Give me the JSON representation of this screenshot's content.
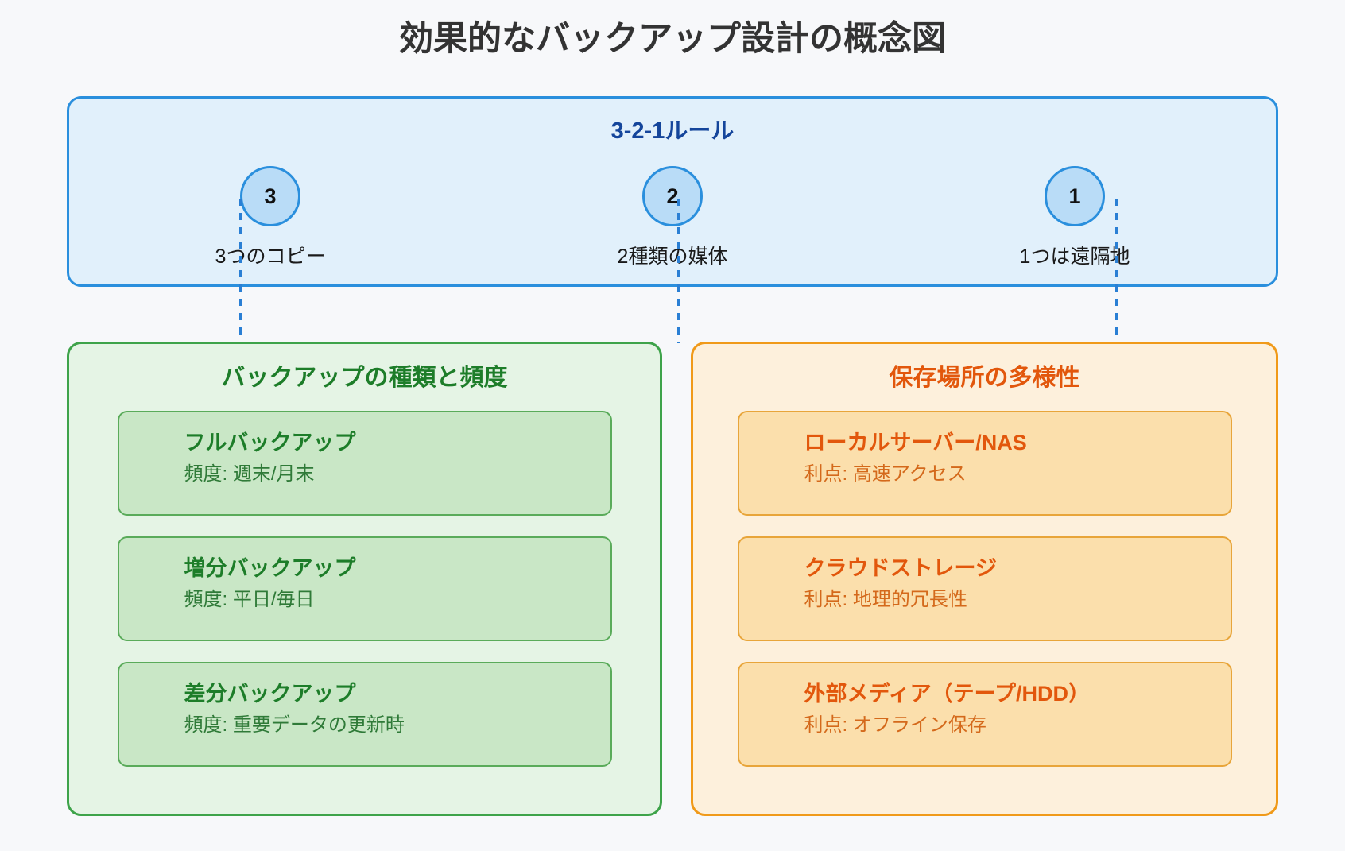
{
  "title": "効果的なバックアップ設計の概念図",
  "rule_panel": {
    "title": "3-2-1ルール",
    "items": [
      {
        "number": "3",
        "label": "3つのコピー"
      },
      {
        "number": "2",
        "label": "2種類の媒体"
      },
      {
        "number": "1",
        "label": "1つは遠隔地"
      }
    ]
  },
  "groups": [
    {
      "title": "バックアップの種類と頻度",
      "cards": [
        {
          "title": "フルバックアップ",
          "sub": "頻度: 週末/月末"
        },
        {
          "title": "増分バックアップ",
          "sub": "頻度: 平日/毎日"
        },
        {
          "title": "差分バックアップ",
          "sub": "頻度: 重要データの更新時"
        }
      ]
    },
    {
      "title": "保存場所の多様性",
      "cards": [
        {
          "title": "ローカルサーバー/NAS",
          "sub": "利点: 高速アクセス"
        },
        {
          "title": "クラウドストレージ",
          "sub": "利点: 地理的冗長性"
        },
        {
          "title": "外部メディア（テープ/HDD）",
          "sub": "利点: オフライン保存"
        }
      ]
    }
  ],
  "colors": {
    "background": "#f7f8fa",
    "title_text": "#333333",
    "rule_border": "#2a8fdd",
    "rule_fill": "#e1f0fb",
    "rule_title_text": "#14459b",
    "circle_fill": "#b9dcf7",
    "green_border": "#3ea34a",
    "green_fill": "#e5f4e5",
    "green_text": "#1d7d29",
    "green_card_fill": "#c9e7c6",
    "orange_border": "#f09a1a",
    "orange_fill": "#fdf0dc",
    "orange_text": "#e2570c",
    "orange_card_fill": "#fbdfac"
  }
}
